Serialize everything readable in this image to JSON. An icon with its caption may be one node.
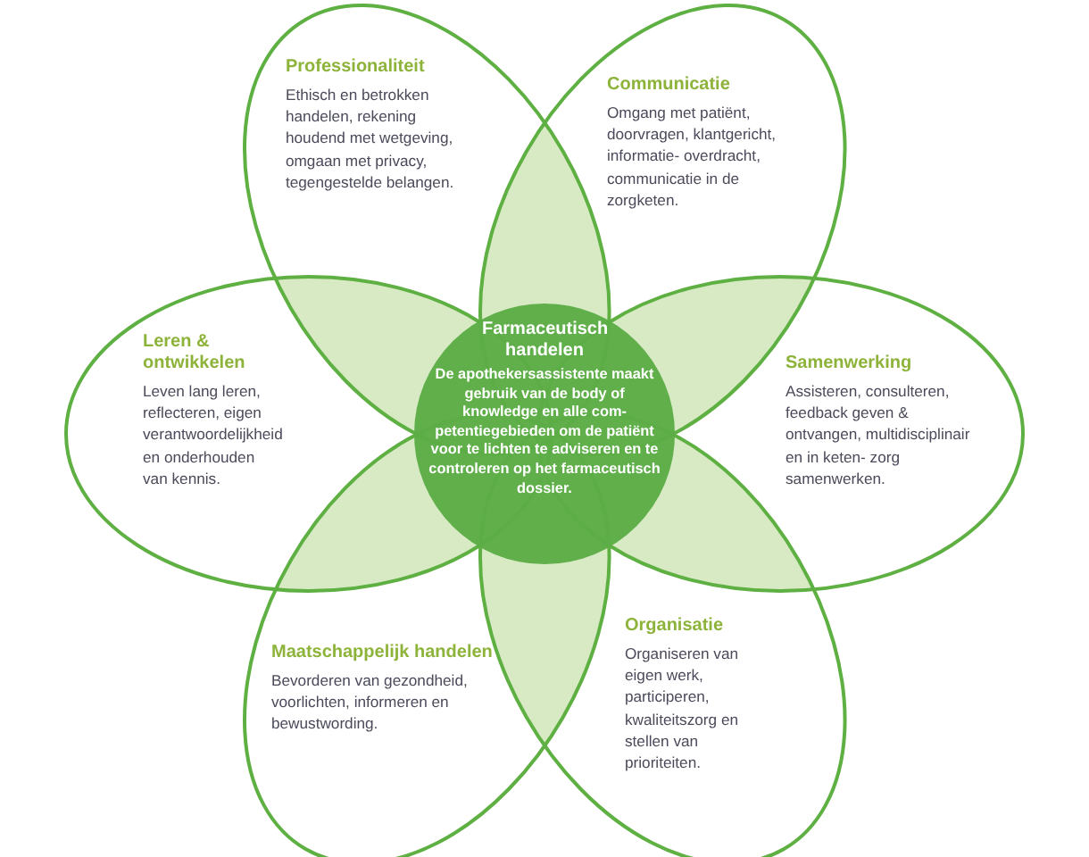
{
  "diagram": {
    "nodes": [
      {
        "text": [
          "Professionaliteit",
          "Ethisch en betrokken handelen, rekening houdend met wetgeving, omgaan met privacy, tegengestelde belangen."
        ]
      },
      {
        "text": [
          "Communicatie",
          "Omgang met patiënt, doorvragen, klantgericht, informatie- overdracht, communicatie in de zorgketen."
        ]
      },
      {
        "text": [
          "Leren & ontwikkelen",
          "Leven lang leren, reflecteren, eigen verantwoordelijkheid en onderhouden van kennis."
        ]
      },
      {
        "text": [
          "Farmaceutisch handelen",
          "De apothekersassistente maakt gebruik van de body of knowledge en alle com- petentiegebieden om de patiënt voor te lichten te adviseren en te controleren op het farmaceutisch dossier."
        ]
      },
      {
        "text": [
          "Samenwerking",
          "Assisteren, consulteren, feedback geven & ontvangen, multidisciplinair en in keten- zorg samenwerken."
        ]
      },
      {
        "text": [
          "Organisatie",
          "Organiseren van eigen werk, participeren, kwaliteitszorg en stellen van prioriteiten."
        ]
      },
      {
        "text": [
          "Maatschappelijk handelen",
          "Bevorderen van gezondheid, voorlichten, informeren en bewustwording."
        ]
      }
    ]
  }
}
